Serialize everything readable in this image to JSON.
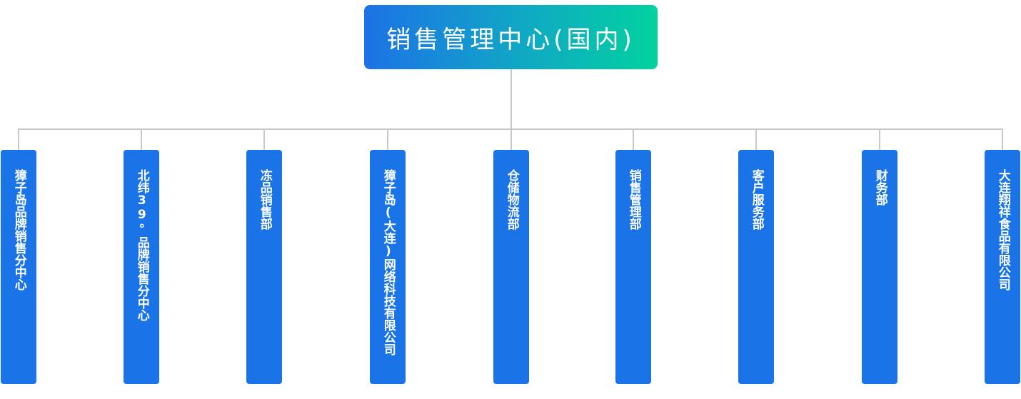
{
  "org_chart": {
    "root": {
      "label": "销售管理中心(国内)"
    },
    "branches": [
      {
        "label": "獐子岛品牌销售分中心"
      },
      {
        "label": "北纬39°品牌销售分中心"
      },
      {
        "label": "冻品销售部"
      },
      {
        "label": "獐子岛(大连)网络科技有限公司"
      },
      {
        "label": "仓储物流部"
      },
      {
        "label": "销售管理部"
      },
      {
        "label": "客户服务部"
      },
      {
        "label": "财务部"
      },
      {
        "label": "大连翔祥食品有限公司"
      }
    ],
    "colors": {
      "root_gradient_start": "#1d72e6",
      "root_gradient_end": "#02d29e",
      "branch_fill": "#1a74e8",
      "connector": "#c8c8c8",
      "text": "#ffffff"
    }
  }
}
